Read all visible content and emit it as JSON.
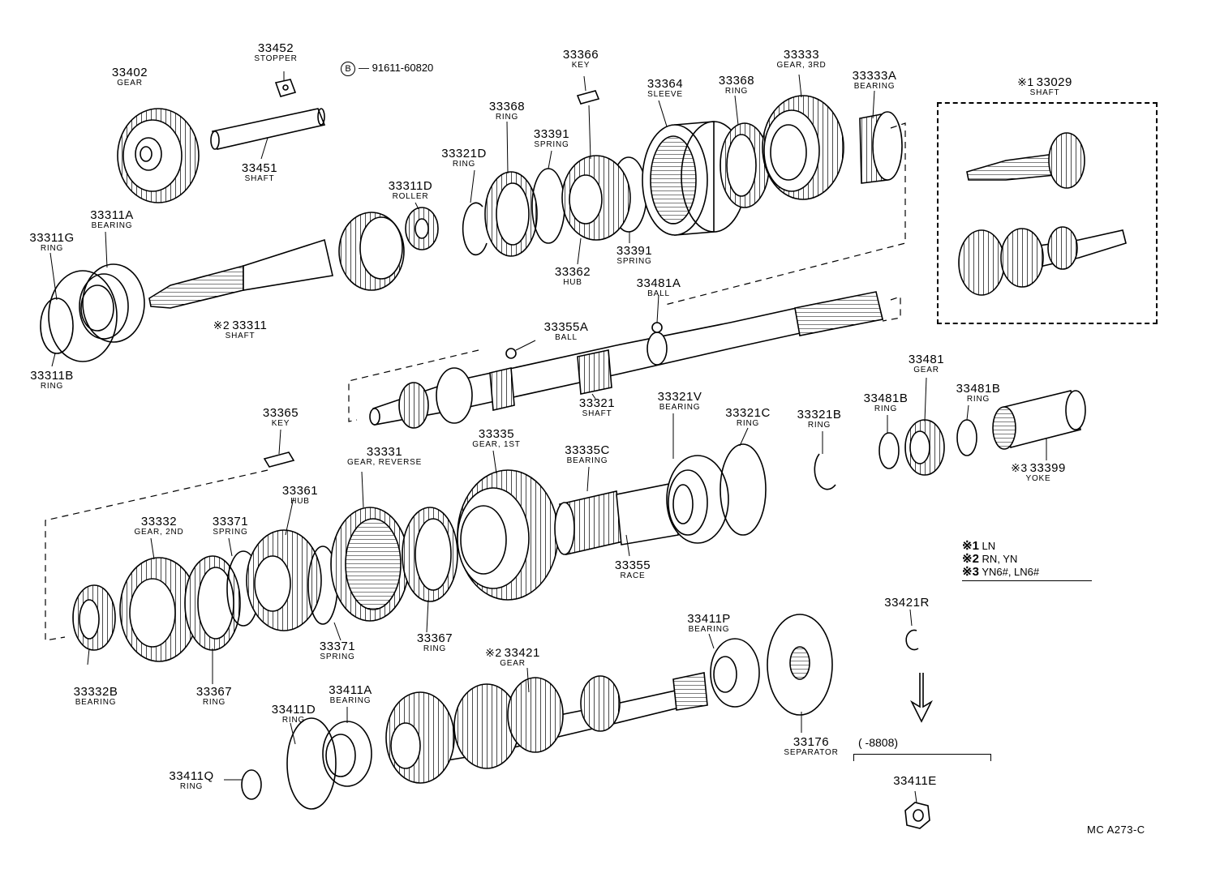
{
  "labels": {
    "p33402": {
      "num": "33402",
      "name": "GEAR"
    },
    "p33452": {
      "num": "33452",
      "name": "STOPPER"
    },
    "p33451": {
      "num": "33451",
      "name": "SHAFT"
    },
    "p33366": {
      "num": "33366",
      "name": "KEY"
    },
    "p33364": {
      "num": "33364",
      "name": "SLEEVE"
    },
    "p33368a": {
      "num": "33368",
      "name": "RING"
    },
    "p33368b": {
      "num": "33368",
      "name": "RING"
    },
    "p33333": {
      "num": "33333",
      "name": "GEAR, 3RD"
    },
    "p33333A": {
      "num": "33333A",
      "name": "BEARING"
    },
    "p133029": {
      "mark": "※1",
      "num": "33029",
      "name": "SHAFT"
    },
    "p33391a": {
      "num": "33391",
      "name": "SPRING"
    },
    "p33391b": {
      "num": "33391",
      "name": "SPRING"
    },
    "p33321D": {
      "num": "33321D",
      "name": "RING"
    },
    "p33311D": {
      "num": "33311D",
      "name": "ROLLER"
    },
    "p33311A": {
      "num": "33311A",
      "name": "BEARING"
    },
    "p33311G": {
      "num": "33311G",
      "name": "RING"
    },
    "p33362": {
      "num": "33362",
      "name": "HUB"
    },
    "p33481A": {
      "num": "33481A",
      "name": "BALL"
    },
    "p33311": {
      "mark": "※2",
      "num": "33311",
      "name": "SHAFT"
    },
    "p33311B": {
      "num": "33311B",
      "name": "RING"
    },
    "p33355A": {
      "num": "33355A",
      "name": "BALL"
    },
    "p33481": {
      "num": "33481",
      "name": "GEAR"
    },
    "p33481Ba": {
      "num": "33481B",
      "name": "RING"
    },
    "p33481Bb": {
      "num": "33481B",
      "name": "RING"
    },
    "p33321": {
      "num": "33321",
      "name": "SHAFT"
    },
    "p33321V": {
      "num": "33321V",
      "name": "BEARING"
    },
    "p33321C": {
      "num": "33321C",
      "name": "RING"
    },
    "p33321B": {
      "num": "33321B",
      "name": "RING"
    },
    "p33365": {
      "num": "33365",
      "name": "KEY"
    },
    "p33335": {
      "num": "33335",
      "name": "GEAR, 1ST"
    },
    "p33331": {
      "num": "33331",
      "name": "GEAR, REVERSE"
    },
    "p33335C": {
      "num": "33335C",
      "name": "BEARING"
    },
    "p33399": {
      "mark": "※3",
      "num": "33399",
      "name": "YOKE"
    },
    "p33361": {
      "num": "33361",
      "name": "HUB"
    },
    "p33332": {
      "num": "33332",
      "name": "GEAR, 2ND"
    },
    "p33371a": {
      "num": "33371",
      "name": "SPRING"
    },
    "p33371b": {
      "num": "33371",
      "name": "SPRING"
    },
    "p33355": {
      "num": "33355",
      "name": "RACE"
    },
    "p33421R": {
      "num": "33421R",
      "name": ""
    },
    "p33367a": {
      "num": "33367",
      "name": "RING"
    },
    "p33367b": {
      "num": "33367",
      "name": "RING"
    },
    "p33411P": {
      "num": "33411P",
      "name": "BEARING"
    },
    "p33421": {
      "mark": "※2",
      "num": "33421",
      "name": "GEAR"
    },
    "p33332B": {
      "num": "33332B",
      "name": "BEARING"
    },
    "p33411A": {
      "num": "33411A",
      "name": "BEARING"
    },
    "p33411D": {
      "num": "33411D",
      "name": "RING"
    },
    "p33176": {
      "num": "33176",
      "name": "SEPARATOR"
    },
    "p33411E": {
      "num": "33411E",
      "name": ""
    },
    "p33411Q": {
      "num": "33411Q",
      "name": "RING"
    }
  },
  "bolt": {
    "symbol": "B",
    "number": "— 91611-60820"
  },
  "range_note": "(      -8808)",
  "legend": [
    {
      "mark": "※1",
      "text": "LN"
    },
    {
      "mark": "※2",
      "text": "RN, YN"
    },
    {
      "mark": "※3",
      "text": "YN6#, LN6#"
    }
  ],
  "diagram_code": "MC A273-C"
}
